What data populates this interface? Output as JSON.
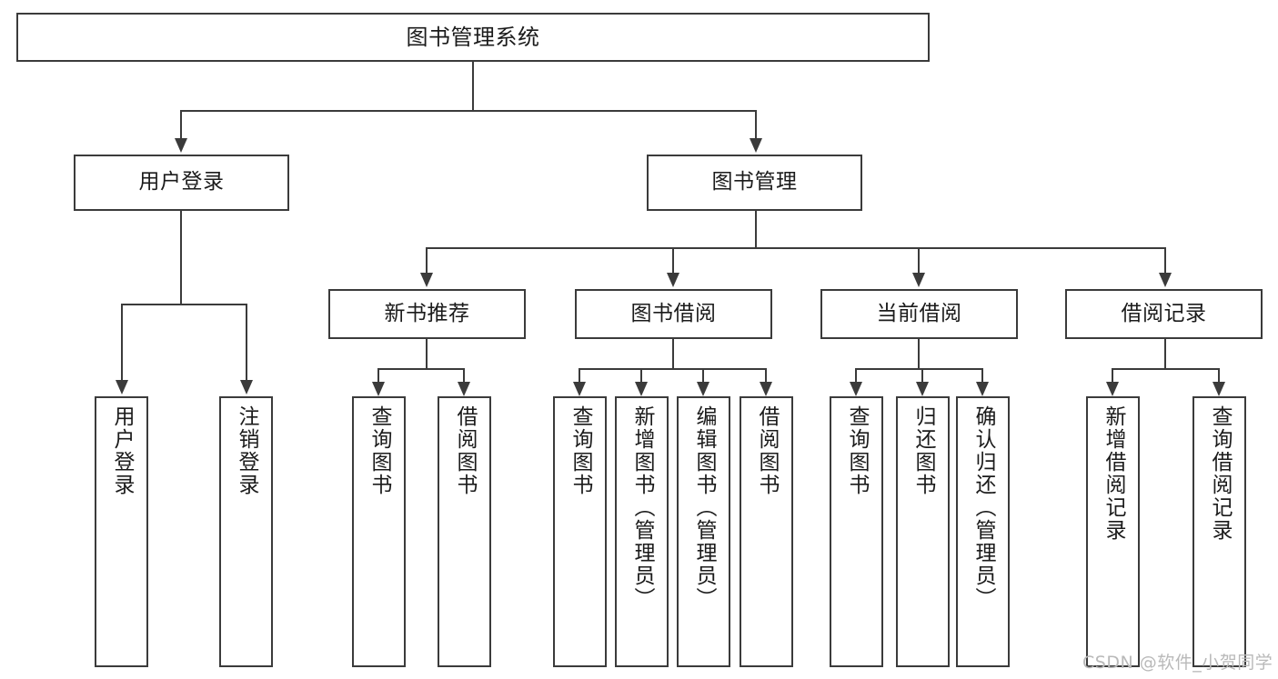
{
  "diagram": {
    "type": "tree",
    "title": "图书管理系统",
    "root": {
      "label": "图书管理系统"
    },
    "level2": [
      {
        "label": "用户登录"
      },
      {
        "label": "图书管理"
      }
    ],
    "level3": [
      {
        "label": "新书推荐"
      },
      {
        "label": "图书借阅"
      },
      {
        "label": "当前借阅"
      },
      {
        "label": "借阅记录"
      }
    ],
    "leaves": {
      "user_login": [
        {
          "label": "用户登录"
        },
        {
          "label": "注销登录"
        }
      ],
      "new_book_recommend": [
        {
          "label": "查询图书"
        },
        {
          "label": "借阅图书"
        }
      ],
      "book_borrow": [
        {
          "label": "查询图书"
        },
        {
          "label": "新增图书（管理员）"
        },
        {
          "label": "编辑图书（管理员）"
        },
        {
          "label": "借阅图书"
        }
      ],
      "current_borrow": [
        {
          "label": "查询图书"
        },
        {
          "label": "归还图书"
        },
        {
          "label": "确认归还（管理员）"
        }
      ],
      "borrow_record": [
        {
          "label": "新增借阅记录"
        },
        {
          "label": "查询借阅记录"
        }
      ]
    }
  },
  "watermark": {
    "text": "CSDN @软件_小贺同学"
  },
  "colors": {
    "box_border": "#3b3b3b",
    "connector": "#3b3b3b",
    "text": "#1b1b1b",
    "background": "#ffffff",
    "watermark": "#b9b9b9"
  }
}
